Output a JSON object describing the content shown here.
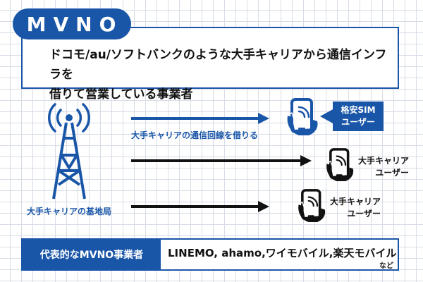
{
  "title": "MVNO",
  "definition": {
    "line1": "ドコモ/au/ソフトバンクのような大手キャリアから通信インフラを",
    "line2": "借りて営業している事業者"
  },
  "tower": {
    "caption": "大手キャリアの基地局",
    "icon": "cell-tower-icon"
  },
  "arrow_caption": "大手キャリアの通信回線を借りる",
  "sim_label": {
    "line1": "格安SIM",
    "line2": "ユーザー"
  },
  "user_labels": [
    {
      "line1": "大手キャリア",
      "line2": "ユーザー"
    },
    {
      "line1": "大手キャリア",
      "line2": "ユーザー"
    }
  ],
  "bottom": {
    "label": "代表的なMVNO事業者",
    "value": "LINEMO, ahamo,ワイモバイル,楽天モバイル",
    "suffix": "など"
  },
  "colors": {
    "accent": "#1a56a8",
    "dark": "#111111",
    "grid": "#d7dce6"
  }
}
